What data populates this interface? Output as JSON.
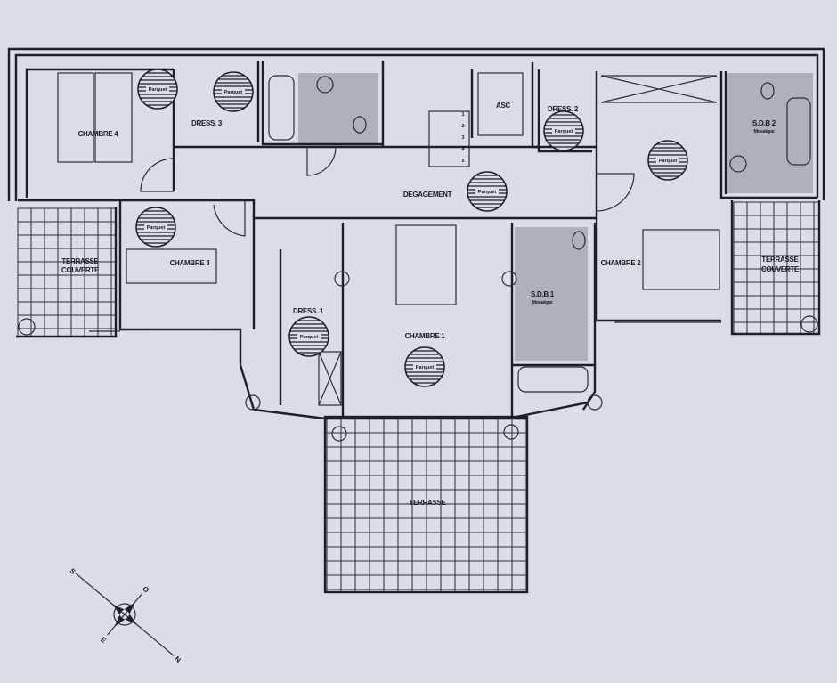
{
  "plan": {
    "rooms": {
      "chambre4": "CHAMBRE 4",
      "dress3": "DRESS. 3",
      "degagement": "DEGAGEMENT",
      "asc": "ASC",
      "dress2": "DRESS. 2",
      "sdb2": "S.D.B 2",
      "sdb2_floor": "Mosaïque",
      "chambre3": "CHAMBRE 3",
      "terrasse_couverte_left_1": "TERRASSE",
      "terrasse_couverte_left_2": "COUVERTE",
      "terrasse_couverte_right_1": "TERRASSE",
      "terrasse_couverte_right_2": "COUVERTE",
      "chambre2": "CHAMBRE 2",
      "sdb1": "S.D.B 1",
      "sdb1_floor": "Mosaïque",
      "dress1": "DRESS. 1",
      "chambre1": "CHAMBRE 1",
      "terrasse": "TERRASSE"
    },
    "floor_label": "Parquet",
    "stair_steps": [
      "1",
      "2",
      "3",
      "4",
      "5"
    ],
    "compass": {
      "n": "N",
      "s": "S",
      "e": "E",
      "o": "O"
    }
  }
}
